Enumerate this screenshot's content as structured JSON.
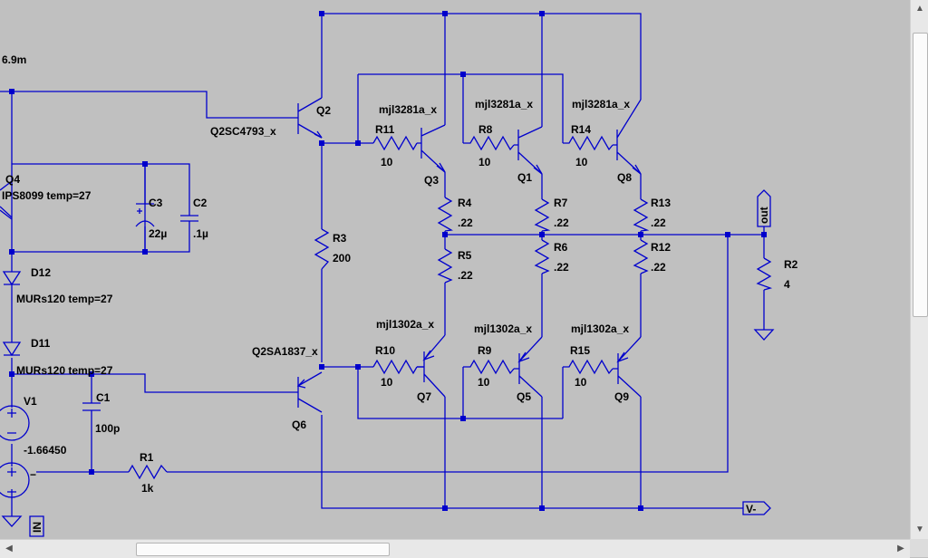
{
  "schematic": {
    "partial_readout": "6.9m",
    "q2": {
      "name": "Q2",
      "model": "Q2SC4793_x"
    },
    "q6": {
      "name": "Q6",
      "model": "Q2SA1837_x"
    },
    "q4": {
      "name": "Q4",
      "model": "IPS8099 temp=27"
    },
    "q3": {
      "name": "Q3",
      "model": "mjl3281a_x"
    },
    "q1": {
      "name": "Q1",
      "model": "mjl3281a_x"
    },
    "q8": {
      "name": "Q8",
      "model": "mjl3281a_x"
    },
    "q7": {
      "name": "Q7",
      "model": "mjl1302a_x"
    },
    "q5": {
      "name": "Q5",
      "model": "mjl1302a_x"
    },
    "q9": {
      "name": "Q9",
      "model": "mjl1302a_x"
    },
    "r11": {
      "name": "R11",
      "value": "10"
    },
    "r8": {
      "name": "R8",
      "value": "10"
    },
    "r14": {
      "name": "R14",
      "value": "10"
    },
    "r10": {
      "name": "R10",
      "value": "10"
    },
    "r9": {
      "name": "R9",
      "value": "10"
    },
    "r15": {
      "name": "R15",
      "value": "10"
    },
    "r4": {
      "name": "R4",
      "value": ".22"
    },
    "r7": {
      "name": "R7",
      "value": ".22"
    },
    "r13": {
      "name": "R13",
      "value": ".22"
    },
    "r5": {
      "name": "R5",
      "value": ".22"
    },
    "r6": {
      "name": "R6",
      "value": ".22"
    },
    "r12": {
      "name": "R12",
      "value": ".22"
    },
    "r3": {
      "name": "R3",
      "value": "200"
    },
    "r2": {
      "name": "R2",
      "value": "4"
    },
    "r1": {
      "name": "R1",
      "value": "1k"
    },
    "c3": {
      "name": "C3",
      "value": "22µ"
    },
    "c2": {
      "name": "C2",
      "value": ".1µ"
    },
    "c1": {
      "name": "C1",
      "value": "100p"
    },
    "d12": {
      "name": "D12",
      "model": "MURs120 temp=27"
    },
    "d11": {
      "name": "D11",
      "model": "MURs120 temp=27"
    },
    "v1": {
      "name": "V1",
      "value": "-1.66450"
    },
    "out_label": "out",
    "vneg_label": "V-",
    "in_label": "IN",
    "colors": {
      "wire": "#0000cc",
      "background": "#c0c0c0"
    }
  }
}
